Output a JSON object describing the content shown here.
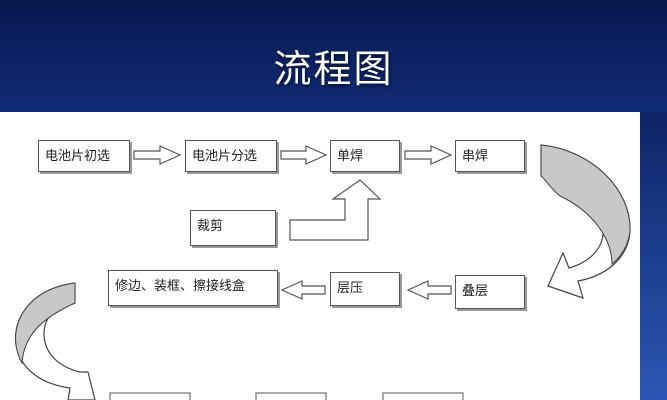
{
  "slide": {
    "title": "流程图"
  },
  "colors": {
    "title_band": "#0a1a52",
    "canvas": "#ffffff",
    "box_border": "#555555",
    "curve_fill": "#c8c8c8"
  },
  "steps": {
    "cell_prescreen": "电池片初选",
    "cell_sorting": "电池片分选",
    "single_weld": "单焊",
    "string_weld": "串焊",
    "cutting": "裁剪",
    "stacking": "叠层",
    "laminating": "层压",
    "finishing": "修边、装框、擦接线盒"
  }
}
